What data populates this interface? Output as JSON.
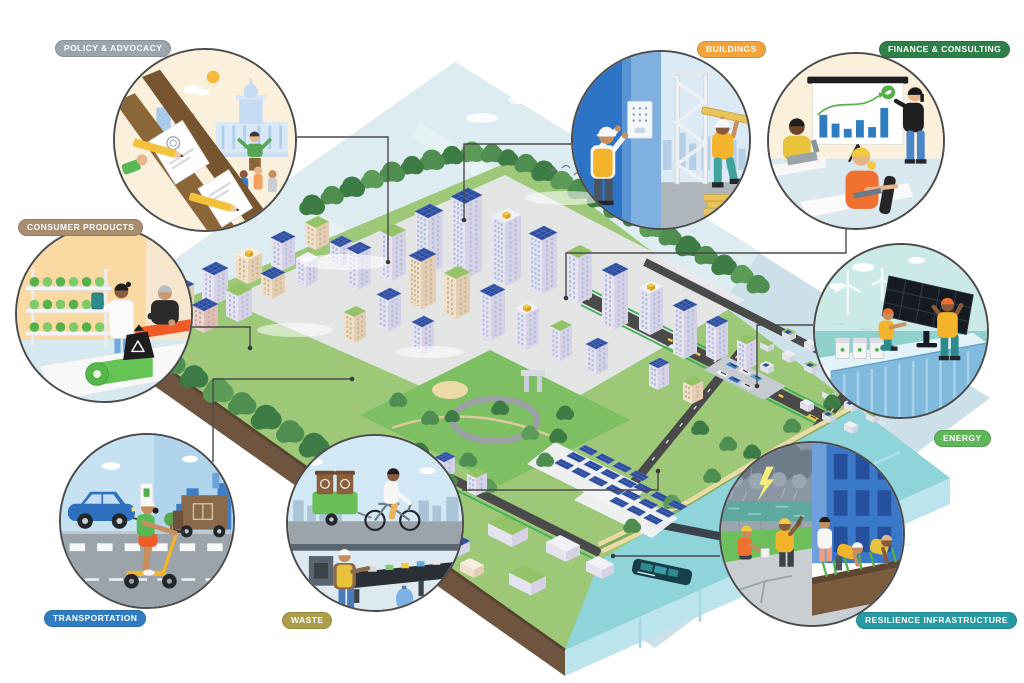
{
  "diagram": {
    "type": "sustainable-city-sector-diagram",
    "background_color": "#ffffff",
    "connector_color": "#4a4a4a",
    "city": {
      "name": "green-city-isometric-illustration",
      "features": [
        "solar-rooftops",
        "green-roofs",
        "tree-canopy",
        "central-park",
        "bike-lanes",
        "solar-farm",
        "suburb-housing",
        "waterfront-beach",
        "pier",
        "cargo-ship",
        "sailboat"
      ]
    },
    "sectors": [
      {
        "id": "policy-advocacy",
        "label": "POLICY & ADVOCACY",
        "badge_color": "#9aa5ad",
        "illustration": "signing-documents-outside-city-hall"
      },
      {
        "id": "consumer-products",
        "label": "CONSUMER PRODUCTS",
        "badge_color": "#a88d6f",
        "illustration": "vertical-farm-shelves-and-textile-workshop"
      },
      {
        "id": "transportation",
        "label": "TRANSPORTATION",
        "badge_color": "#2f7cc2",
        "illustration": "ev-charging-scooter-rider-delivery-truck"
      },
      {
        "id": "waste",
        "label": "WASTE",
        "badge_color": "#ab9d4b",
        "illustration": "compost-bike-trailer-and-sorting-facility"
      },
      {
        "id": "buildings",
        "label": "BUILDINGS",
        "badge_color": "#f2a33c",
        "illustration": "electrician-and-carpenter-on-site"
      },
      {
        "id": "finance-consulting",
        "label": "FINANCE & CONSULTING",
        "badge_color": "#2f8048",
        "illustration": "green-growth-chart-presentation"
      },
      {
        "id": "energy",
        "label": "ENERGY",
        "badge_color": "#5fb75a",
        "illustration": "solar-install-offshore-wind"
      },
      {
        "id": "resilience-infrastructure",
        "label": "RESILIENCE INFRASTRUCTURE",
        "badge_color": "#2799a3",
        "illustration": "storm-seawall-and-rain-garden-planting"
      }
    ]
  }
}
